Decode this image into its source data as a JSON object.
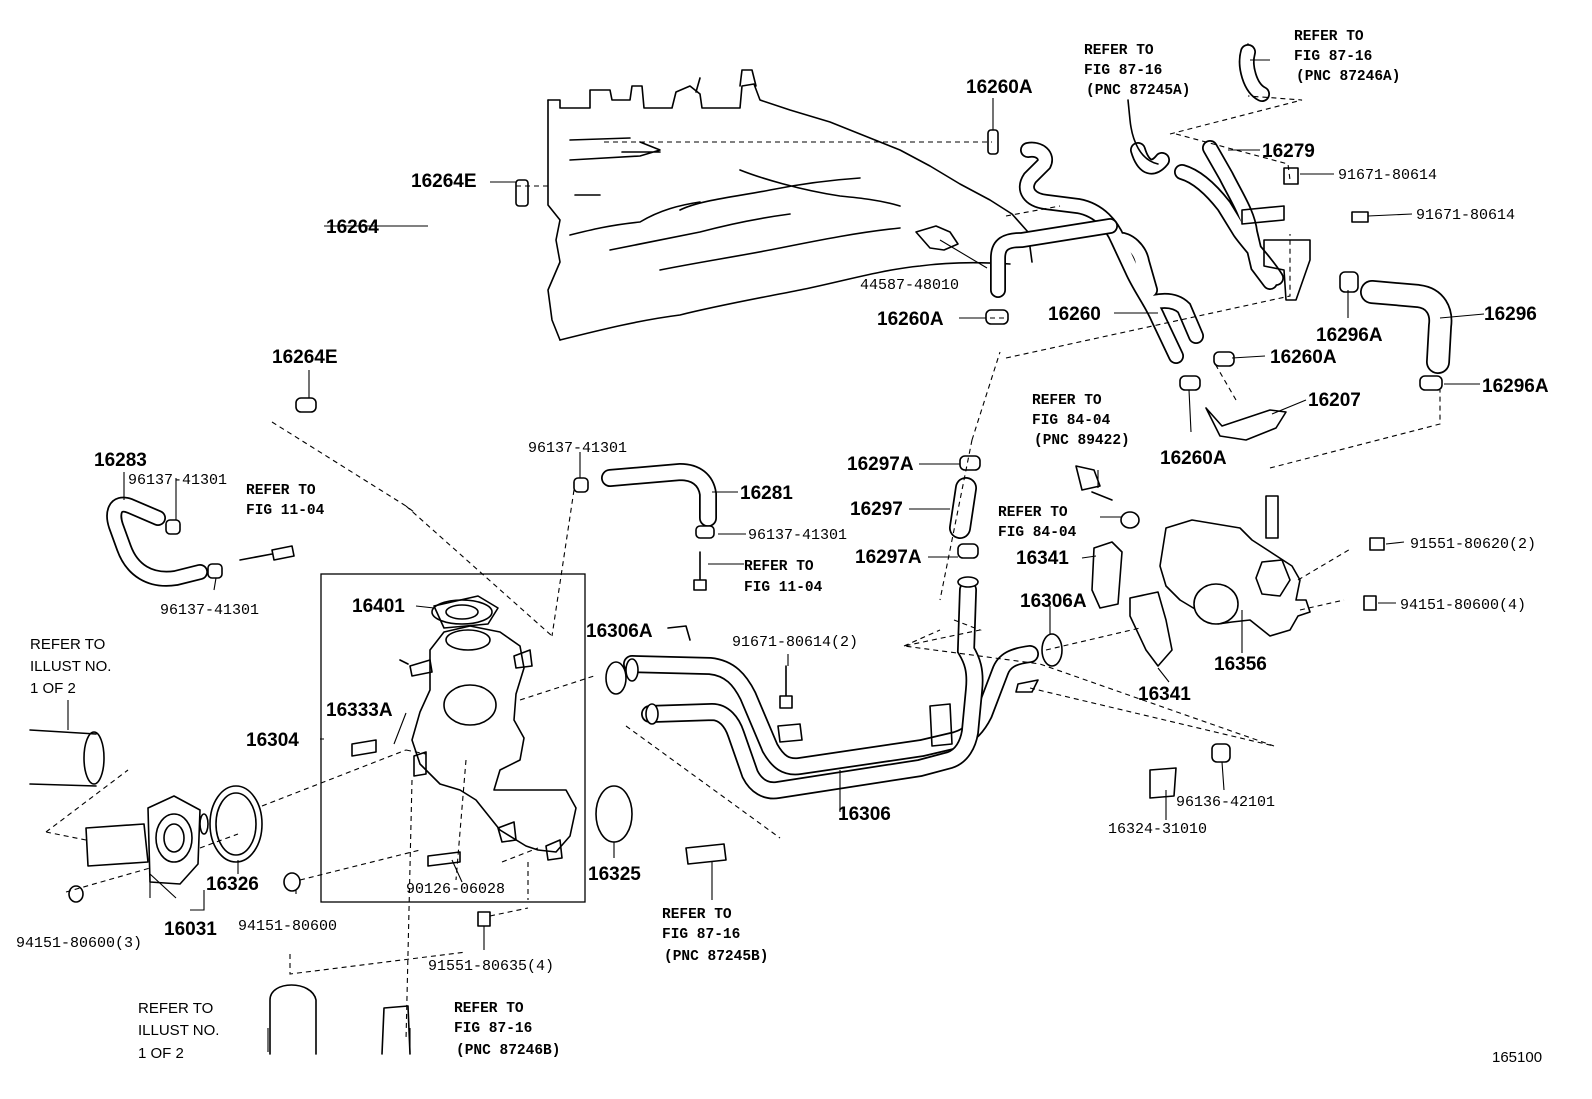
{
  "diagram": {
    "figure_number": "165100",
    "parts": {
      "p16260A_top": "16260A",
      "p16264E_top": "16264E",
      "p16264": "16264",
      "p16264E_left": "16264E",
      "p44587": "44587-48010",
      "p16260A_mid": "16260A",
      "p16260": "16260",
      "p16279": "16279",
      "p91671_a": "91671-80614",
      "p91671_b": "91671-80614",
      "p16296": "16296",
      "p16296A_a": "16296A",
      "p16296A_b": "16296A",
      "p16260A_r1": "16260A",
      "p16207": "16207",
      "p16260A_r2": "16260A",
      "p16283": "16283",
      "p96137_a": "96137-41301",
      "p96137_b": "96137-41301",
      "p96137_c": "96137-41301",
      "p96137_d": "96137-41301",
      "p16281": "16281",
      "p16297A_a": "16297A",
      "p16297": "16297",
      "p16297A_b": "16297A",
      "p16341_a": "16341",
      "p16341_b": "16341",
      "p16306A_a": "16306A",
      "p16306A_b": "16306A",
      "p91551_a": "91551-80620(2)",
      "p94151_a": "94151-80600(4)",
      "p16356": "16356",
      "p16401": "16401",
      "p91671_c": "91671-80614(2)",
      "p16333A": "16333A",
      "p16304": "16304",
      "p16306": "16306",
      "p16324": "16324-31010",
      "p96136": "96136-42101",
      "p16326": "16326",
      "p16031": "16031",
      "p94151_b": "94151-80600(3)",
      "p94151_c": "94151-80600",
      "p90126": "90126-06028",
      "p16325": "16325",
      "p91551_b": "91551-80635(4)"
    },
    "refs": {
      "r_87245A": [
        "REFER TO",
        "FIG 87-16",
        "(PNC 87245A)"
      ],
      "r_87246A": [
        "REFER TO",
        "FIG 87-16",
        "(PNC 87246A)"
      ],
      "r_1104_a": [
        "REFER TO",
        "FIG 11-04"
      ],
      "r_1104_b": [
        "REFER TO",
        "FIG 11-04"
      ],
      "r_89422": [
        "REFER TO",
        "FIG 84-04",
        "(PNC 89422)"
      ],
      "r_8404": [
        "REFER TO",
        "FIG 84-04"
      ],
      "r_87245B": [
        "REFER TO",
        "FIG 87-16",
        "(PNC 87245B)"
      ],
      "r_87246B": [
        "REFER TO",
        "FIG 87-16",
        "(PNC 87246B)"
      ]
    },
    "illust_refs": {
      "i_left": [
        "REFER TO",
        "ILLUST NO.",
        "1 OF 2"
      ],
      "i_bottom": [
        "REFER TO",
        "ILLUST NO.",
        "1 OF 2"
      ]
    }
  }
}
